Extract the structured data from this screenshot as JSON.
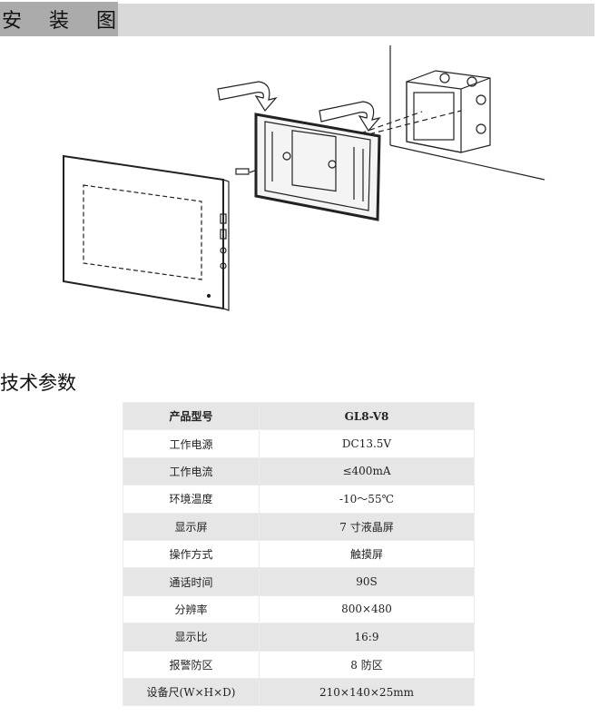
{
  "header": {
    "title_chars": [
      "安",
      "装",
      "图"
    ]
  },
  "specs_title": "技术参数",
  "specs": [
    {
      "label": "产品型号",
      "value": "GL8-V8"
    },
    {
      "label": "工作电源",
      "value": "DC13.5V"
    },
    {
      "label": "工作电流",
      "value": "≤400mA"
    },
    {
      "label": "环境温度",
      "value": "-10～55℃"
    },
    {
      "label": "显示屏",
      "value": "7 寸液晶屏"
    },
    {
      "label": "操作方式",
      "value": "触摸屏"
    },
    {
      "label": "通话时间",
      "value": "90S"
    },
    {
      "label": "分辨率",
      "value": "800×480"
    },
    {
      "label": "显示比",
      "value": "16:9"
    },
    {
      "label": "报警防区",
      "value": "8 防区"
    },
    {
      "label": "设备尺(W×H×D)",
      "value": "210×140×25mm"
    }
  ]
}
